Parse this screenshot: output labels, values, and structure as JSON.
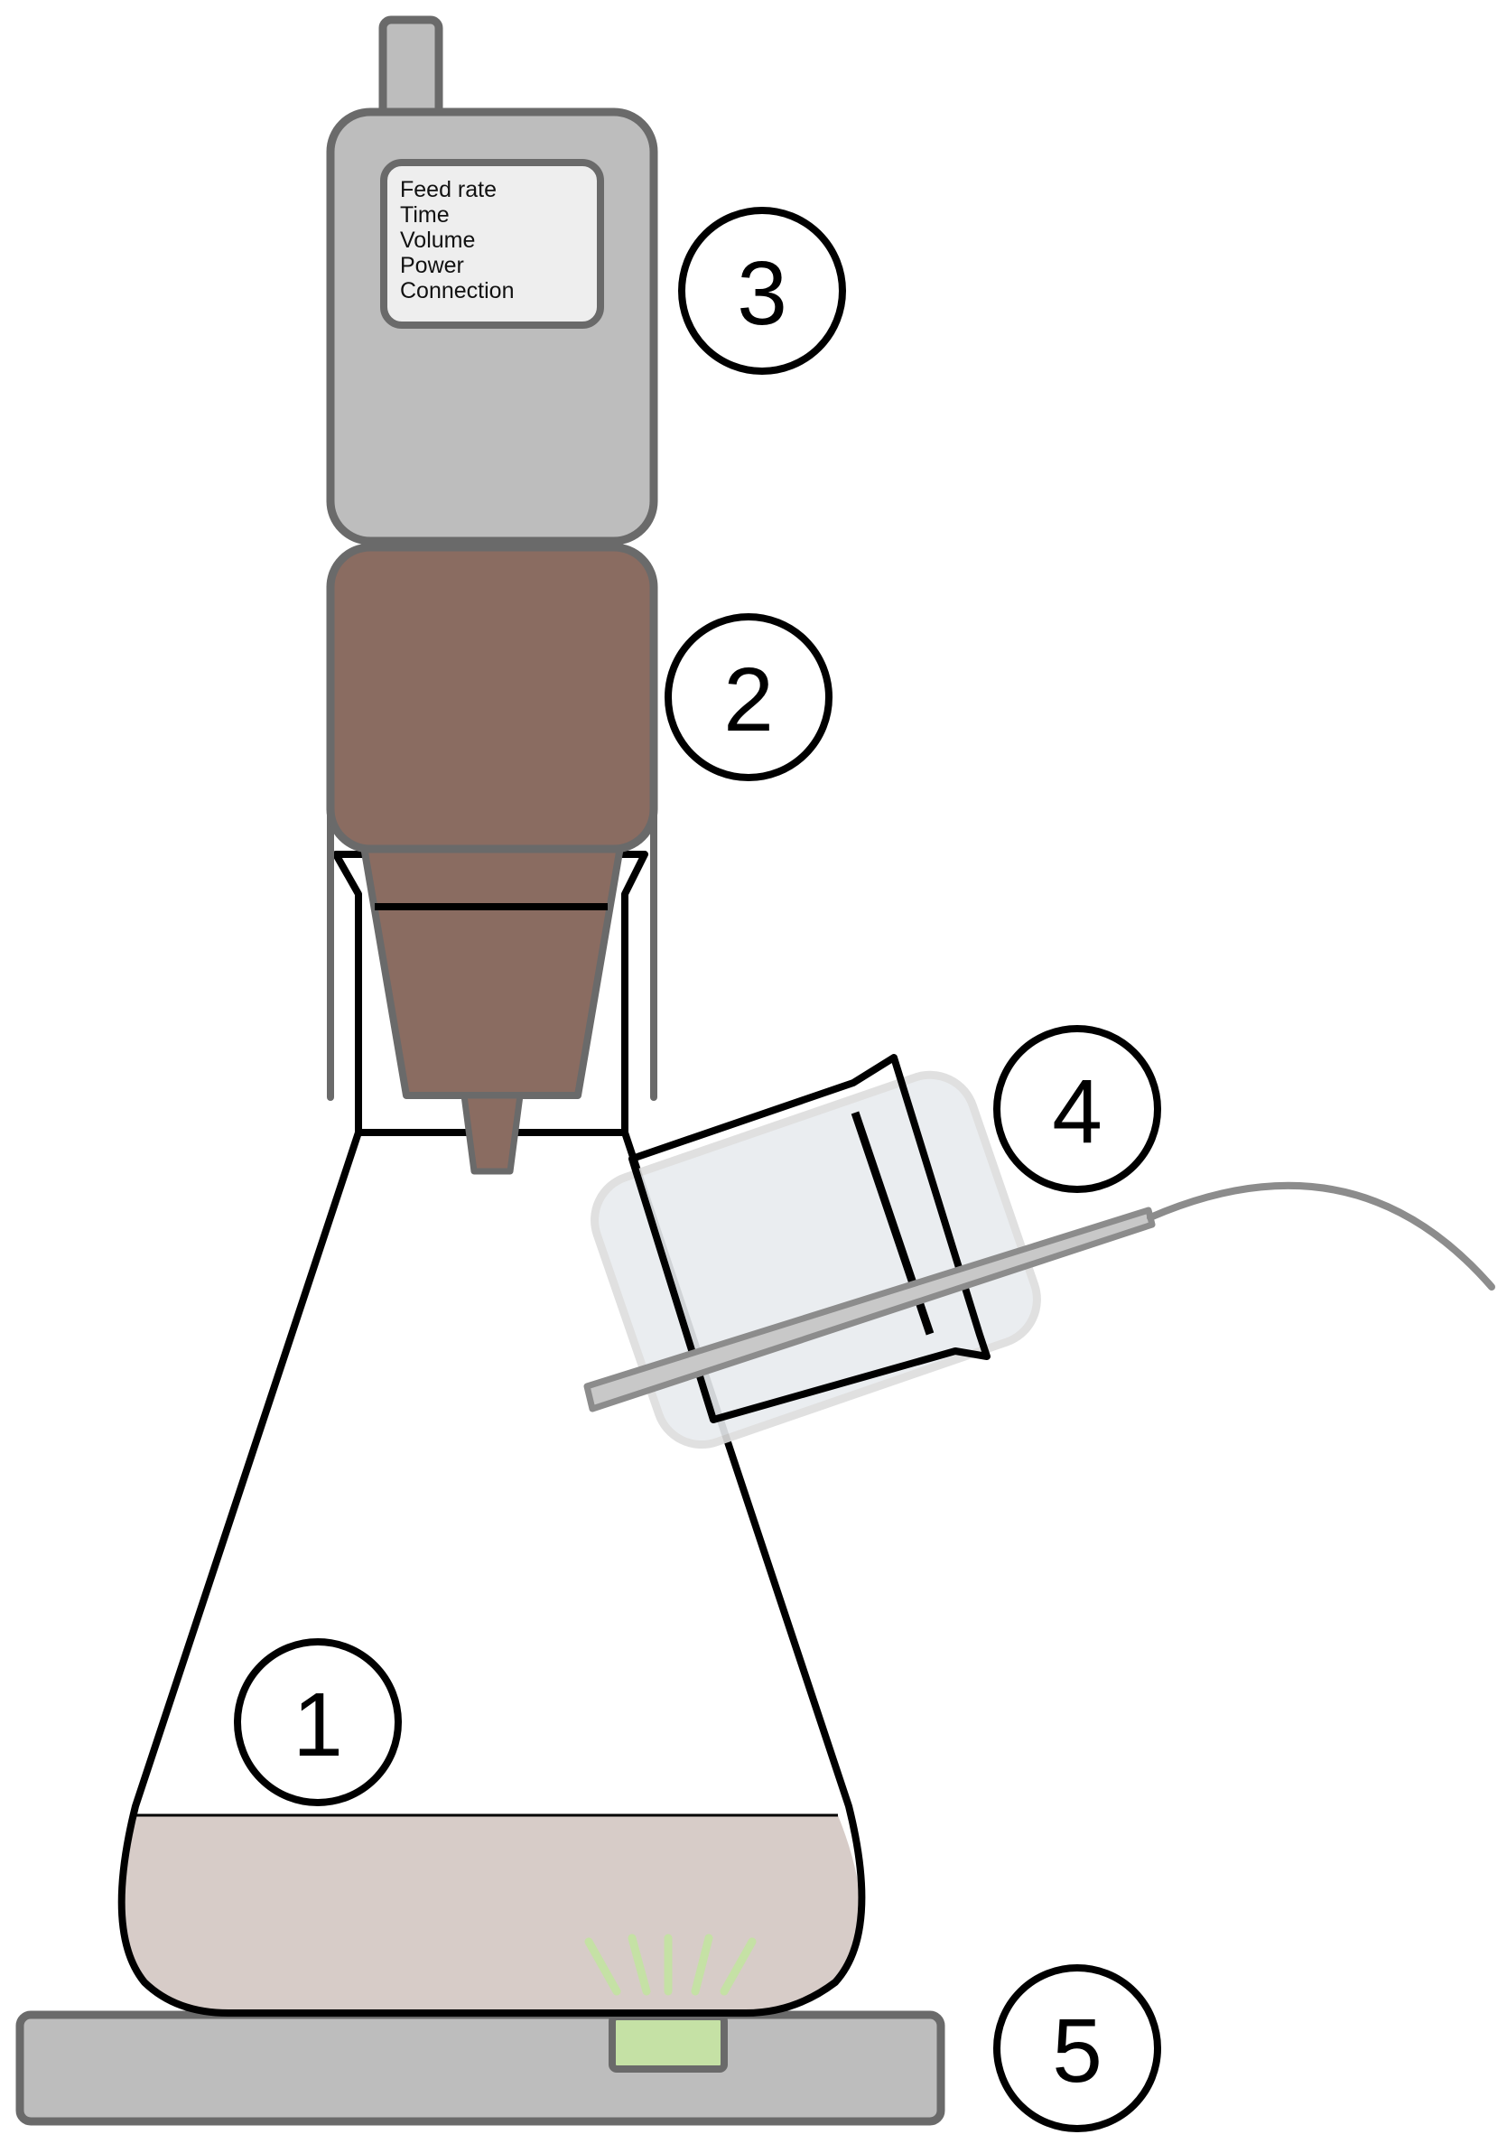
{
  "display": {
    "lines": [
      "Feed rate",
      "Time",
      "Volume",
      "Power",
      "Connection"
    ]
  },
  "callouts": {
    "one": "1",
    "two": "2",
    "three": "3",
    "four": "4",
    "five": "5"
  },
  "colors": {
    "outline": "#000000",
    "device_gray": "#bdbdbd",
    "device_outline": "#6a6a6a",
    "screen_fill": "#eeeeee",
    "cartridge_brown": "#8a6c61",
    "liquid": "#d7ccc8",
    "stir_light": "#c5e1a5",
    "sensor_housing": "#e8ecef",
    "sensor_housing_border": "#dddddd",
    "probe": "#8c8c8c"
  }
}
